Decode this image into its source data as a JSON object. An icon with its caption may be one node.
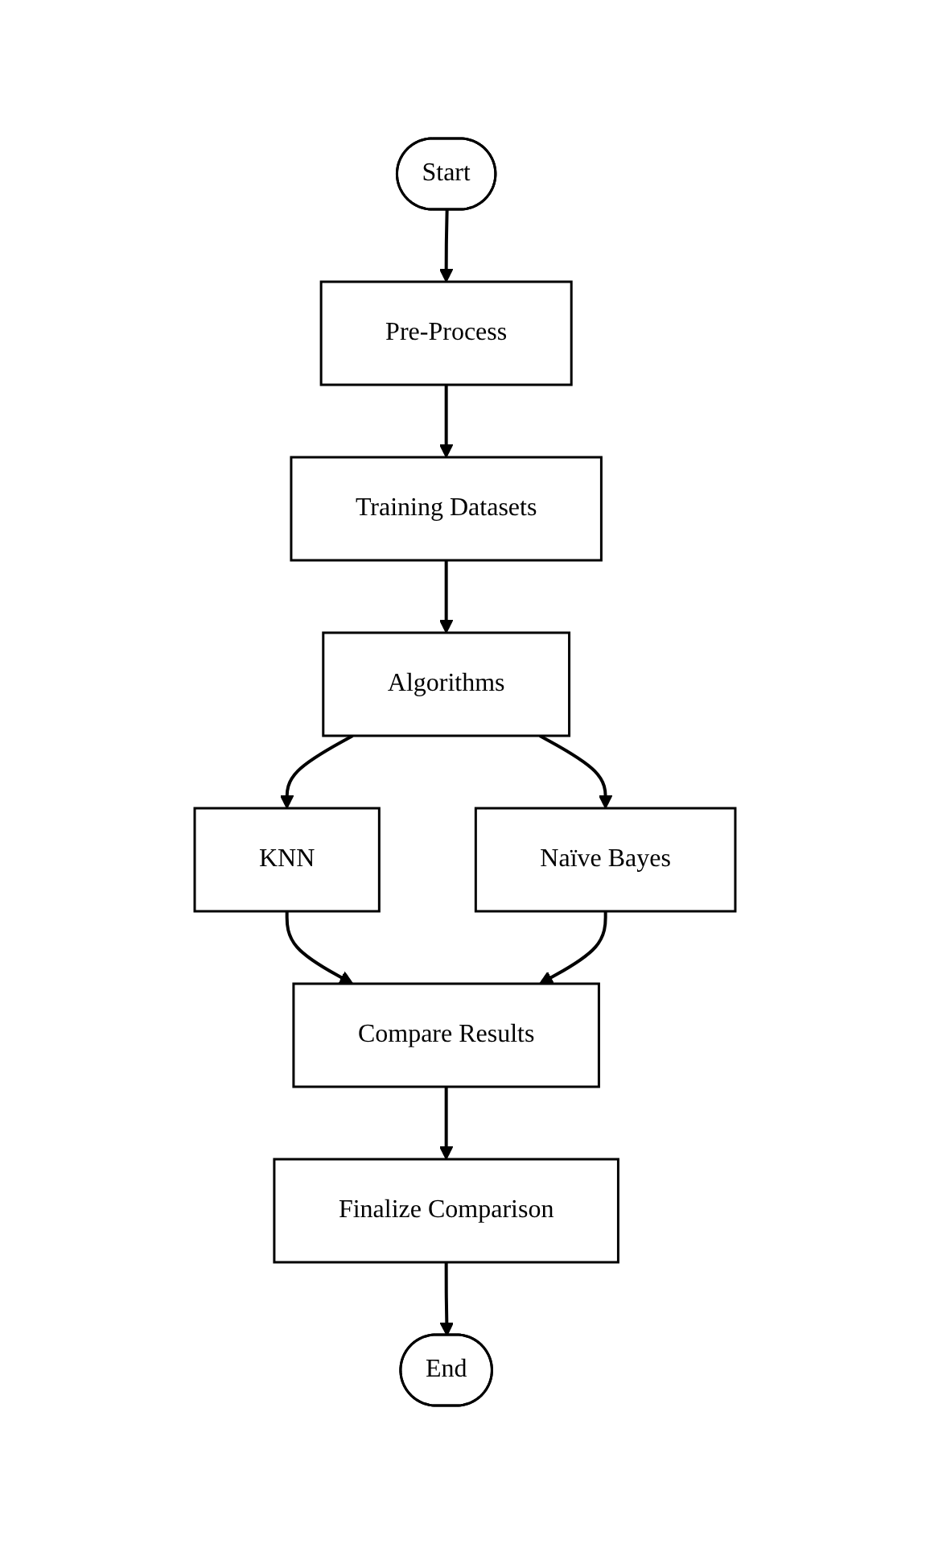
{
  "diagram": {
    "nodes": [
      {
        "text": [
          "Start"
        ]
      },
      {
        "text": [
          "Pre-Process"
        ]
      },
      {
        "text": [
          "Training Datasets"
        ]
      },
      {
        "text": [
          "Algorithms"
        ]
      },
      {
        "text": [
          "KNN"
        ]
      },
      {
        "text": [
          "Naïve Bayes"
        ]
      },
      {
        "text": [
          "Compare Results"
        ]
      },
      {
        "text": [
          "Finalize Comparison"
        ]
      },
      {
        "text": [
          "End"
        ]
      }
    ],
    "edges": [
      {
        "from": 0,
        "to": 1,
        "arrow": "to"
      },
      {
        "from": 1,
        "to": 2,
        "arrow": "to"
      },
      {
        "from": 2,
        "to": 3,
        "arrow": "to"
      },
      {
        "from": 3,
        "to": 4,
        "arrow": "to"
      },
      {
        "from": 3,
        "to": 5,
        "arrow": "to"
      },
      {
        "from": 4,
        "to": 6,
        "arrow": "to"
      },
      {
        "from": 5,
        "to": 6,
        "arrow": "to"
      },
      {
        "from": 6,
        "to": 7,
        "arrow": "to"
      },
      {
        "from": 7,
        "to": 8,
        "arrow": "to"
      }
    ]
  }
}
